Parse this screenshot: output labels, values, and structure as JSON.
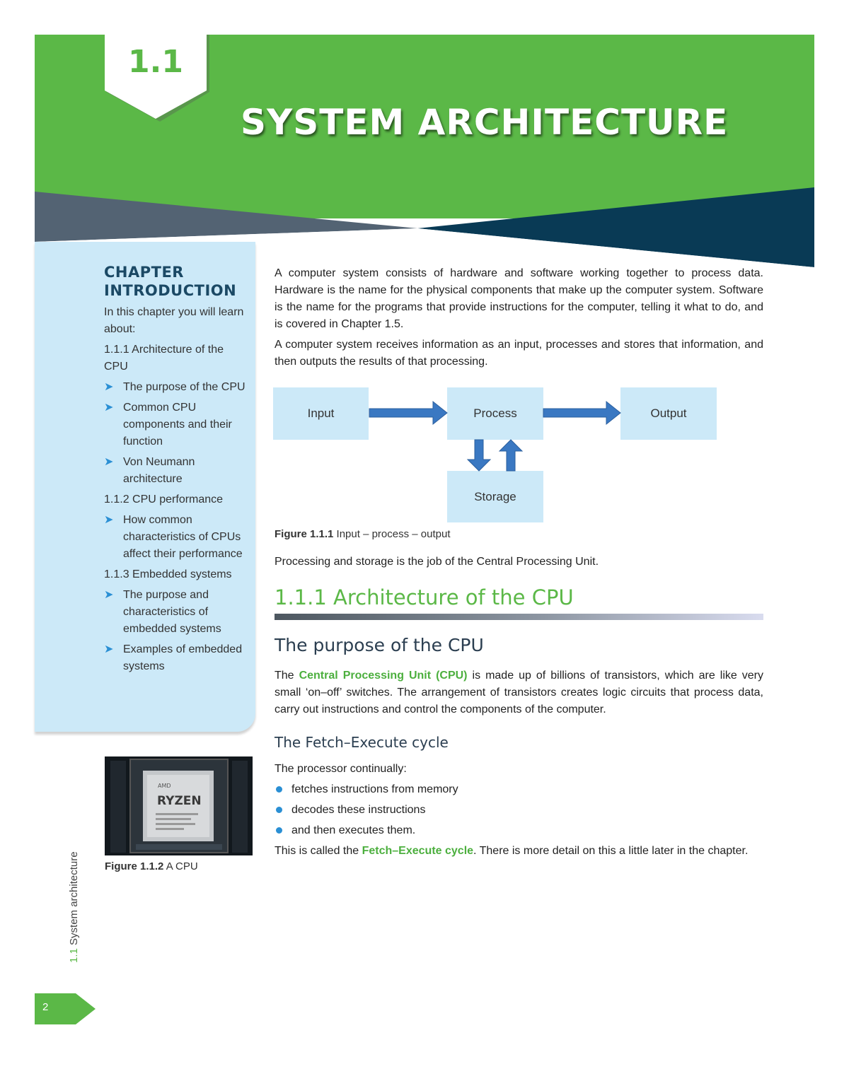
{
  "header": {
    "chapter_number": "1.1",
    "chapter_title": "SYSTEM ARCHITECTURE"
  },
  "sidebar": {
    "heading_line1": "CHAPTER",
    "heading_line2": "INTRODUCTION",
    "intro": "In this chapter you will learn about:",
    "sections": [
      {
        "title": "1.1.1 Architecture of the CPU",
        "items": [
          "The purpose of the CPU",
          "Common CPU components and their function",
          "Von Neumann architecture"
        ]
      },
      {
        "title": "1.1.2 CPU performance",
        "items": [
          "How common characteristics of CPUs affect their performance"
        ]
      },
      {
        "title": "1.1.3 Embedded systems",
        "items": [
          "The purpose and characteristics of embedded systems",
          "Examples of embedded systems"
        ]
      }
    ]
  },
  "figure_cpu": {
    "image_text_brand": "AMD",
    "image_text_name": "RYZEN",
    "caption_label": "Figure 1.1.2",
    "caption_text": " A CPU"
  },
  "spine": {
    "number": "1.1",
    "title": " System architecture"
  },
  "page_number": "2",
  "main": {
    "para1": "A computer system consists of hardware and software working together to process data. Hardware is the name for the physical components that make up the computer system. Software is the name for the programs that provide instructions for the computer, telling it what to do, and is covered in Chapter 1.5.",
    "para2": "A computer system receives information as an input, processes and stores that information, and then outputs the results of that processing.",
    "diagram": {
      "input": "Input",
      "process": "Process",
      "output": "Output",
      "storage": "Storage"
    },
    "fig1_label": "Figure 1.1.1",
    "fig1_text": " Input – process – output",
    "para3": "Processing and storage is the job of the Central Processing Unit.",
    "section_heading": "1.1.1 Architecture of the CPU",
    "subheading": "The purpose of the CPU",
    "para4_pre": "The ",
    "para4_key": "Central Processing Unit (CPU)",
    "para4_post": " is made up of billions of transistors, which are like very small ‘on–off’ switches. The arrangement of transistors creates logic circuits that process data, carry out instructions and control the components of the computer.",
    "subsubheading": "The Fetch–Execute cycle",
    "para5": "The processor continually:",
    "bullets": [
      "fetches instructions from memory",
      "decodes these instructions",
      "and then executes them."
    ],
    "para6_pre": "This is called the ",
    "para6_key": "Fetch–Execute cycle",
    "para6_post": ". There is more detail on this a little later in the chapter."
  },
  "colors": {
    "green": "#5bb847",
    "slate": "#536373",
    "navy": "#093a55",
    "light_blue": "#cce9f8",
    "arrow_blue": "#3a78c2"
  }
}
